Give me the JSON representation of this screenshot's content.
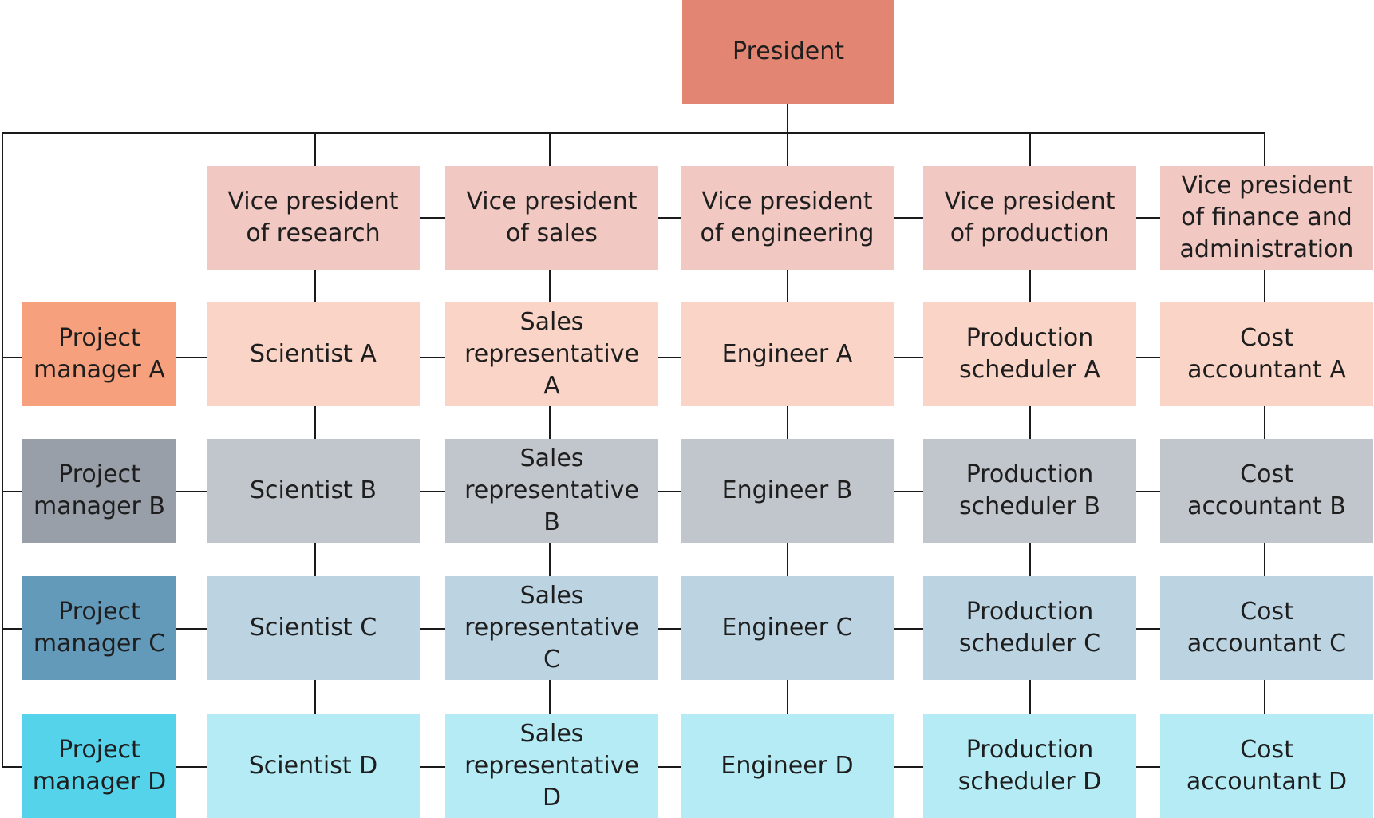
{
  "colors": {
    "president": "#e28572",
    "vp": "#f2c8c2",
    "row_a": "#fad4c6",
    "row_b": "#c1c6cc",
    "row_c": "#bcd4e2",
    "row_d": "#b5ebf5",
    "pm_a": "#f7a07d",
    "pm_b": "#989fa9",
    "pm_c": "#6399b9",
    "pm_d": "#55d3ea",
    "line": "#1a1a1a"
  },
  "president": "President",
  "vice_presidents": [
    "Vice president\nof research",
    "Vice president\nof sales",
    "Vice president\nof engineering",
    "Vice president\nof production",
    "Vice president\nof finance and\nadministration"
  ],
  "project_managers": [
    "Project\nmanager A",
    "Project\nmanager B",
    "Project\nmanager C",
    "Project\nmanager D"
  ],
  "staff": [
    [
      "Scientist A",
      "Sales\nrepresentative\nA",
      "Engineer A",
      "Production\nscheduler A",
      "Cost\naccountant A"
    ],
    [
      "Scientist B",
      "Sales\nrepresentative\nB",
      "Engineer B",
      "Production\nscheduler B",
      "Cost\naccountant B"
    ],
    [
      "Scientist C",
      "Sales\nrepresentative\nC",
      "Engineer C",
      "Production\nscheduler C",
      "Cost\naccountant C"
    ],
    [
      "Scientist D",
      "Sales\nrepresentative\nD",
      "Engineer D",
      "Production\nscheduler D",
      "Cost\naccountant D"
    ]
  ]
}
